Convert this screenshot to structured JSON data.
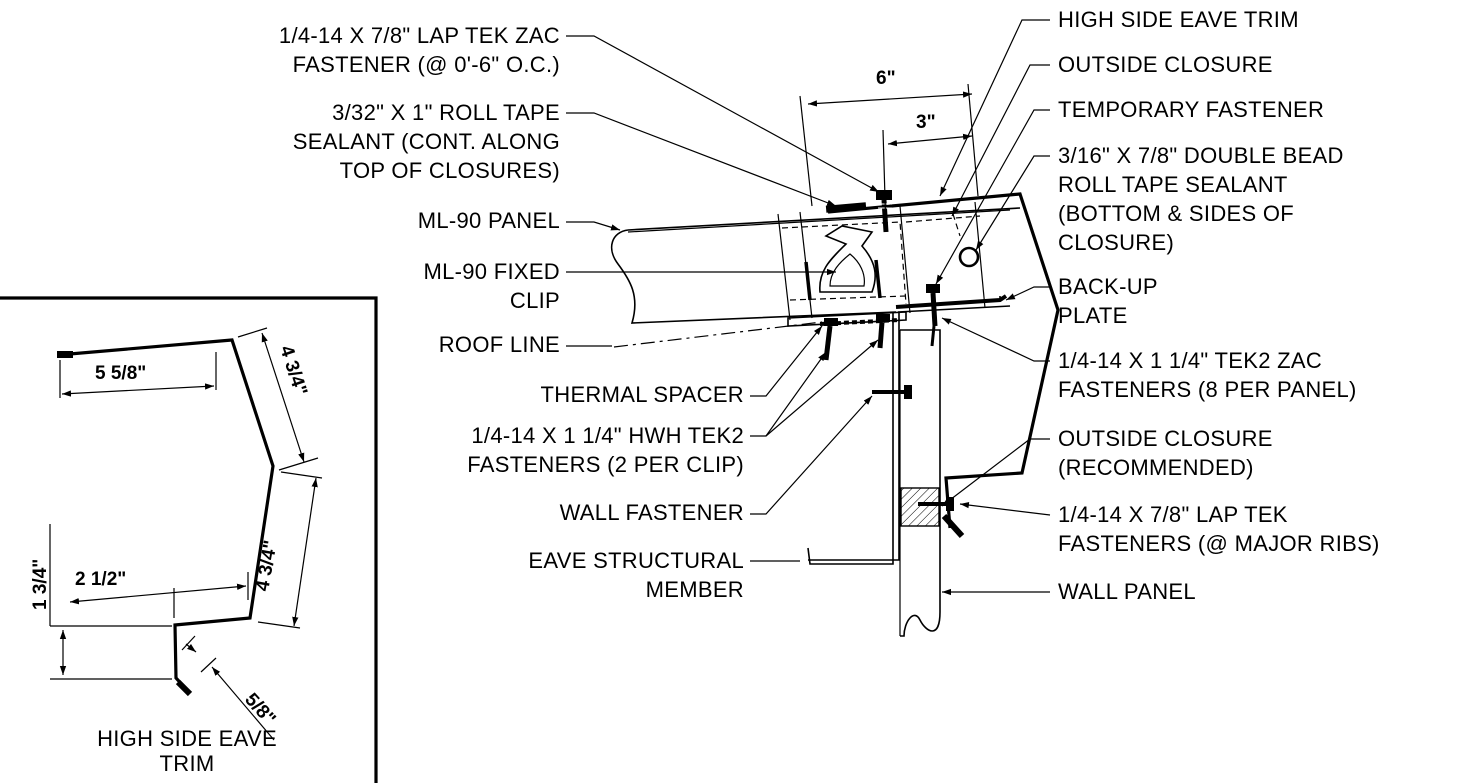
{
  "labels": {
    "lap_tek_fastener": [
      "1/4-14 X 7/8\" LAP TEK ZAC",
      "FASTENER (@ 0'-6\" O.C.)"
    ],
    "roll_tape": [
      "3/32\" X 1\" ROLL TAPE",
      "SEALANT (CONT. ALONG",
      "TOP OF CLOSURES)"
    ],
    "ml90_panel": "ML-90 PANEL",
    "ml90_fixed_clip": [
      "ML-90 FIXED",
      "CLIP"
    ],
    "roof_line": "ROOF LINE",
    "thermal_spacer": "THERMAL SPACER",
    "hwh_tek2": [
      "1/4-14 X 1 1/4\" HWH TEK2",
      "FASTENERS (2 PER CLIP)"
    ],
    "wall_fastener": "WALL FASTENER",
    "eave_member": [
      "EAVE STRUCTURAL",
      "MEMBER"
    ],
    "high_side_eave_trim": "HIGH SIDE EAVE TRIM",
    "outside_closure": "OUTSIDE CLOSURE",
    "temporary_fastener": "TEMPORARY FASTENER",
    "double_bead": [
      "3/16\" X 7/8\" DOUBLE BEAD",
      "ROLL TAPE SEALANT",
      "(BOTTOM & SIDES OF",
      "CLOSURE)"
    ],
    "backup_plate": [
      "BACK-UP",
      "PLATE"
    ],
    "tek2_zac": [
      "1/4-14 X 1 1/4\" TEK2 ZAC",
      "FASTENERS (8 PER PANEL)"
    ],
    "outside_closure_rec": [
      "OUTSIDE CLOSURE",
      "(RECOMMENDED)"
    ],
    "lap_tek_major": [
      "1/4-14 X 7/8\" LAP TEK",
      "FASTENERS (@ MAJOR RIBS)"
    ],
    "wall_panel": "WALL PANEL"
  },
  "dimensions": {
    "six": "6\"",
    "three": "3\""
  },
  "inset": {
    "title": [
      "HIGH SIDE EAVE",
      "TRIM"
    ],
    "dims": {
      "top_leg": "5 5/8\"",
      "upper_slope": "4 3/4\"",
      "lower_slope": "4 3/4\"",
      "bottom_leg": "2 1/2\"",
      "drop": "1 3/4\"",
      "hem": "5/8\""
    }
  }
}
